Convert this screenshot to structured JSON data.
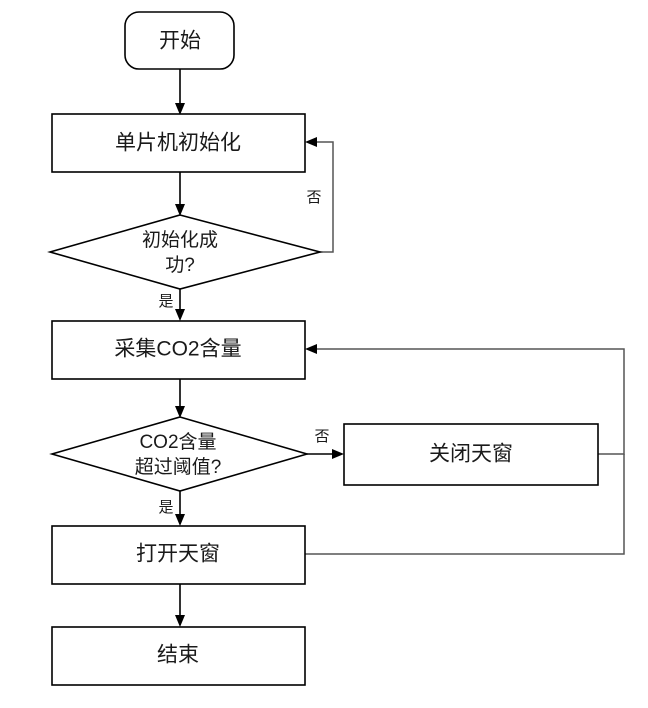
{
  "diagram": {
    "title": "CO2 monitoring skylight control flowchart",
    "language": "zh-CN",
    "background_color": "#ffffff",
    "stroke_color": "#000000",
    "text_color": "#1a1a1a",
    "nodes": {
      "start": {
        "label": "开始",
        "shape": "rounded-rectangle"
      },
      "init_mcu": {
        "label": "单片机初始化",
        "shape": "rectangle"
      },
      "init_ok": {
        "label_line1": "初始化成",
        "label_line2": "功?",
        "shape": "diamond"
      },
      "collect_co2": {
        "label": "采集CO2含量",
        "shape": "rectangle"
      },
      "co2_over": {
        "label_line1": "CO2含量",
        "label_line2": "超过阈值?",
        "shape": "diamond"
      },
      "close_window": {
        "label": "关闭天窗",
        "shape": "rectangle"
      },
      "open_window": {
        "label": "打开天窗",
        "shape": "rectangle"
      },
      "end": {
        "label": "结束",
        "shape": "rectangle"
      }
    },
    "edge_labels": {
      "init_no": "否",
      "init_yes": "是",
      "co2_no": "否",
      "co2_yes": "是"
    }
  }
}
